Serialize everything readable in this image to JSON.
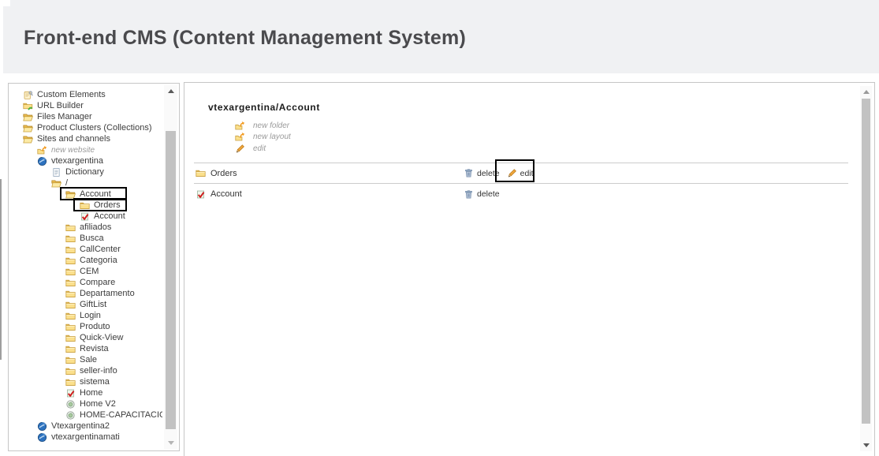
{
  "header": {
    "title": "Front-end CMS (Content Management System)"
  },
  "colors": {
    "header_bg": "#f0f1f3",
    "header_text": "#4a4a4d",
    "panel_border": "#c6c6c6",
    "folder_yellow": "#fbe08d",
    "link_gray": "#9a9a9a",
    "annotation": "#000000"
  },
  "tree": {
    "items": [
      {
        "label": "Custom Elements",
        "icon": "custom-elements-icon",
        "level": 0
      },
      {
        "label": "URL Builder",
        "icon": "url-builder-icon",
        "level": 0
      },
      {
        "label": "Files Manager",
        "icon": "folder-open-icon",
        "level": 0
      },
      {
        "label": "Product Clusters (Collections)",
        "icon": "folder-open-icon",
        "level": 0
      },
      {
        "label": "Sites and channels",
        "icon": "folder-open-icon",
        "level": 0
      },
      {
        "label": "new website",
        "icon": "new-item-icon",
        "level": 1,
        "style": "action"
      },
      {
        "label": "vtexargentina",
        "icon": "globe-icon",
        "level": 1
      },
      {
        "label": "Dictionary",
        "icon": "document-icon",
        "level": 2
      },
      {
        "label": "/",
        "icon": "folder-open-icon",
        "level": 2
      },
      {
        "label": "Account",
        "icon": "folder-open-icon",
        "level": 3,
        "annotated": true
      },
      {
        "label": "Orders",
        "icon": "folder-closed-icon",
        "level": 4,
        "annotated": true
      },
      {
        "label": "Account",
        "icon": "layout-check-icon",
        "level": 4
      },
      {
        "label": "afiliados",
        "icon": "folder-closed-icon",
        "level": 3
      },
      {
        "label": "Busca",
        "icon": "folder-closed-icon",
        "level": 3
      },
      {
        "label": "CallCenter",
        "icon": "folder-closed-icon",
        "level": 3
      },
      {
        "label": "Categoria",
        "icon": "folder-closed-icon",
        "level": 3
      },
      {
        "label": "CEM",
        "icon": "folder-closed-icon",
        "level": 3
      },
      {
        "label": "Compare",
        "icon": "folder-closed-icon",
        "level": 3
      },
      {
        "label": "Departamento",
        "icon": "folder-closed-icon",
        "level": 3
      },
      {
        "label": "GiftList",
        "icon": "folder-closed-icon",
        "level": 3
      },
      {
        "label": "Login",
        "icon": "folder-closed-icon",
        "level": 3
      },
      {
        "label": "Produto",
        "icon": "folder-closed-icon",
        "level": 3
      },
      {
        "label": "Quick-View",
        "icon": "folder-closed-icon",
        "level": 3
      },
      {
        "label": "Revista",
        "icon": "folder-closed-icon",
        "level": 3
      },
      {
        "label": "Sale",
        "icon": "folder-closed-icon",
        "level": 3
      },
      {
        "label": "seller-info",
        "icon": "folder-closed-icon",
        "level": 3
      },
      {
        "label": "sistema",
        "icon": "folder-closed-icon",
        "level": 3
      },
      {
        "label": "Home",
        "icon": "layout-check-icon",
        "level": 3
      },
      {
        "label": "Home V2",
        "icon": "layout-ball-icon",
        "level": 3
      },
      {
        "label": "HOME-CAPACITACION",
        "icon": "layout-ball-icon",
        "level": 3
      },
      {
        "label": "Vtexargentina2",
        "icon": "globe-icon",
        "level": 1
      },
      {
        "label": "vtexargentinamati",
        "icon": "globe-icon",
        "level": 1
      }
    ]
  },
  "main": {
    "breadcrumb": "vtexargentina/Account",
    "actions": [
      {
        "label": "new folder",
        "icon": "new-item-icon"
      },
      {
        "label": "new layout",
        "icon": "new-item-icon"
      },
      {
        "label": "edit",
        "icon": "pencil-icon"
      }
    ],
    "rows": [
      {
        "label": "Orders",
        "icon": "folder-closed-icon",
        "actions": [
          {
            "label": "delete",
            "icon": "trash-icon"
          },
          {
            "label": "edit",
            "icon": "pencil-icon",
            "annotated": true
          }
        ]
      },
      {
        "label": "Account",
        "icon": "layout-check-icon",
        "actions": [
          {
            "label": "delete",
            "icon": "trash-icon"
          }
        ]
      }
    ]
  },
  "annotations": {
    "highlighted_tree_items": [
      "Account",
      "Orders"
    ],
    "highlighted_row_action": "edit"
  }
}
